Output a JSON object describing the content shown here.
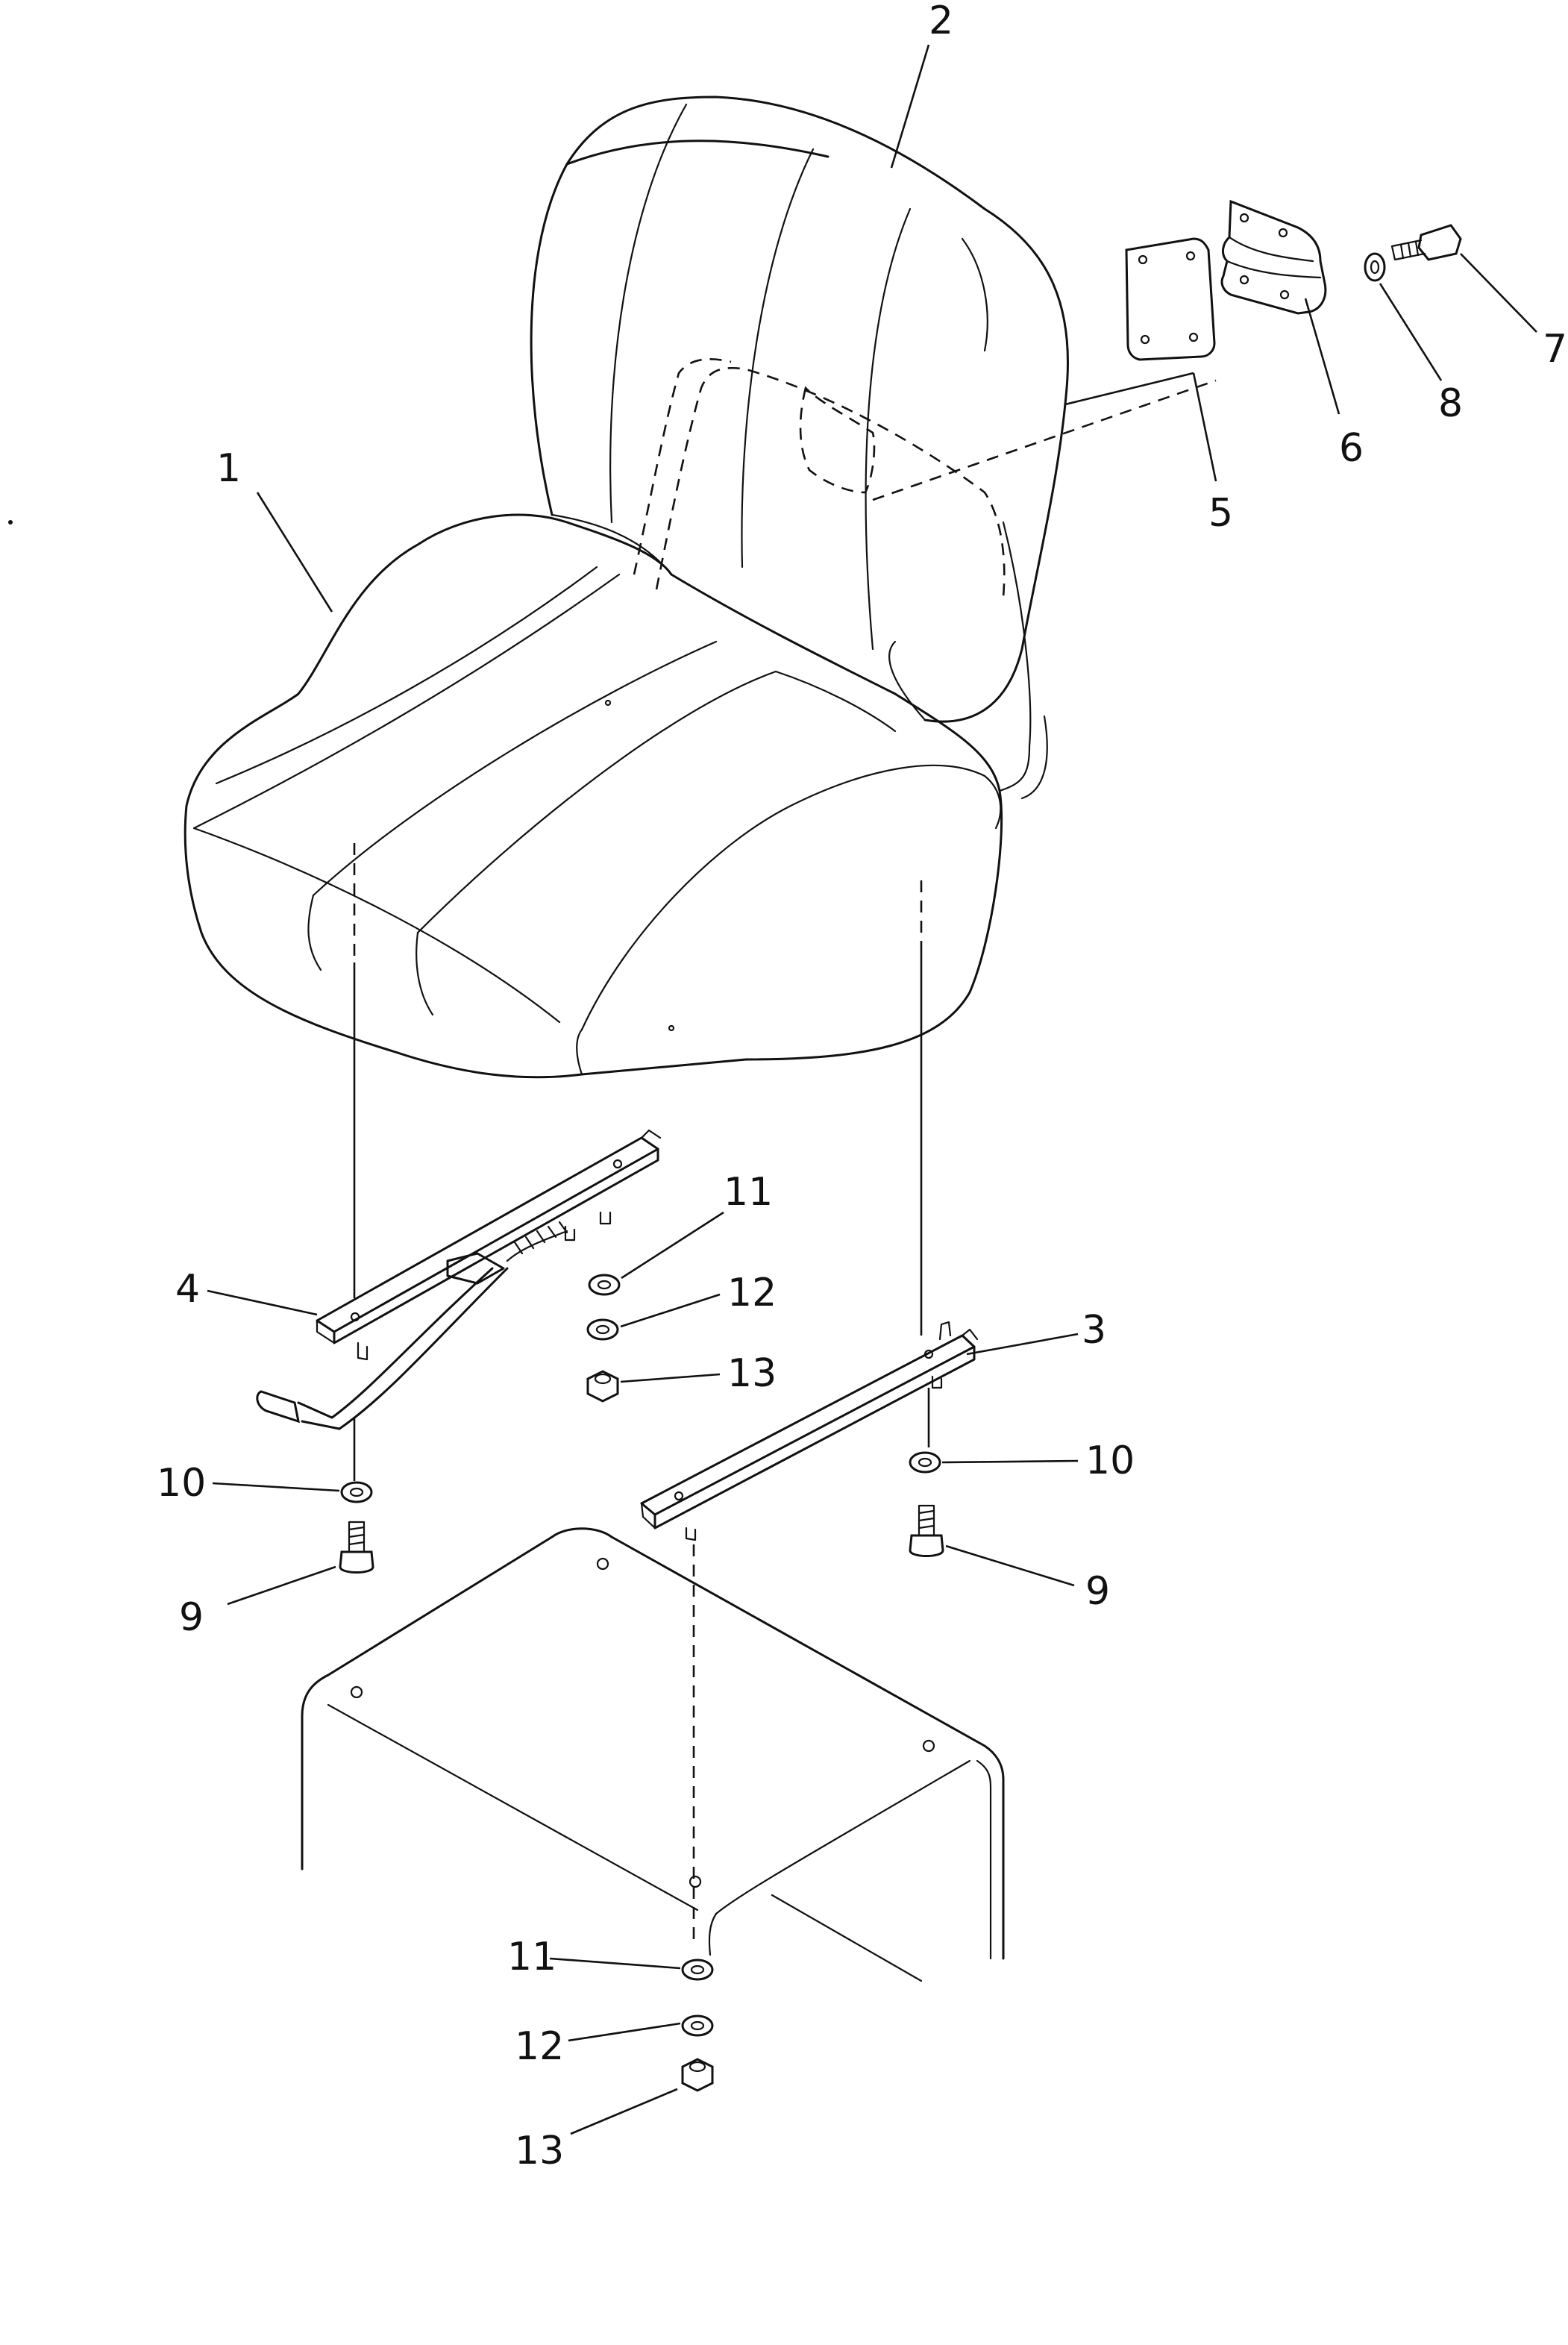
{
  "callouts": [
    {
      "id": "c1",
      "label": "1"
    },
    {
      "id": "c2",
      "label": "2"
    },
    {
      "id": "c3",
      "label": "3"
    },
    {
      "id": "c4",
      "label": "4"
    },
    {
      "id": "c5",
      "label": "5"
    },
    {
      "id": "c6",
      "label": "6"
    },
    {
      "id": "c7",
      "label": "7"
    },
    {
      "id": "c8",
      "label": "8"
    },
    {
      "id": "c9a",
      "label": "9"
    },
    {
      "id": "c9b",
      "label": "9"
    },
    {
      "id": "c10a",
      "label": "10"
    },
    {
      "id": "c10b",
      "label": "10"
    },
    {
      "id": "c11a",
      "label": "11"
    },
    {
      "id": "c11b",
      "label": "11"
    },
    {
      "id": "c12a",
      "label": "12"
    },
    {
      "id": "c12b",
      "label": "12"
    },
    {
      "id": "c13a",
      "label": "13"
    },
    {
      "id": "c13b",
      "label": "13"
    }
  ]
}
